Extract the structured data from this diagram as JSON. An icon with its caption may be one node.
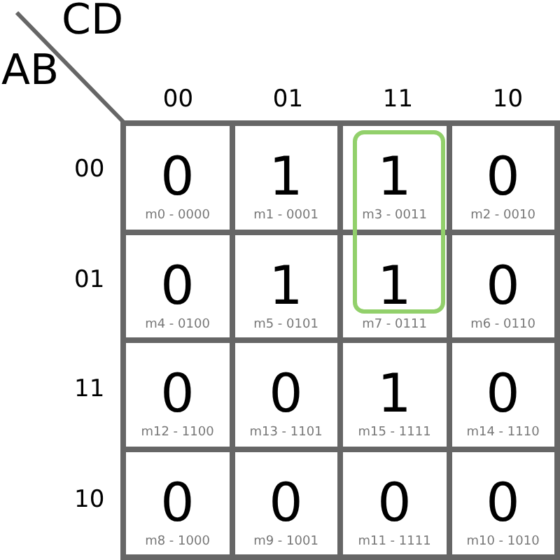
{
  "diagram": {
    "nodes": [
      {
        "text": [
          "0",
          "m0 - 0000"
        ]
      },
      {
        "text": [
          "1",
          "m1 - 0001"
        ]
      },
      {
        "text": [
          "1",
          "m3 - 0011"
        ]
      },
      {
        "text": [
          "0",
          "m2 - 0010"
        ]
      },
      {
        "text": [
          "0",
          "m4 - 0100"
        ]
      },
      {
        "text": [
          "1",
          "m5 - 0101"
        ]
      },
      {
        "text": [
          "1",
          "m7 - 0111"
        ]
      },
      {
        "text": [
          "0",
          "m6 - 0110"
        ]
      },
      {
        "text": [
          "0",
          "m12 - 1100"
        ]
      },
      {
        "text": [
          "0",
          "m13 - 1101"
        ]
      },
      {
        "text": [
          "1",
          "m15 - 1111"
        ]
      },
      {
        "text": [
          "0",
          "m14 - 1110"
        ]
      },
      {
        "text": [
          "0",
          "m8 - 1000"
        ]
      },
      {
        "text": [
          "0",
          "m9 - 1001"
        ]
      },
      {
        "text": [
          "0",
          "m11 - 1111"
        ]
      },
      {
        "text": [
          "0",
          "m10 - 1010"
        ]
      }
    ],
    "labels": [
      "CD",
      "AB",
      "00",
      "01",
      "11",
      "10",
      "00",
      "01",
      "11",
      "10"
    ]
  }
}
